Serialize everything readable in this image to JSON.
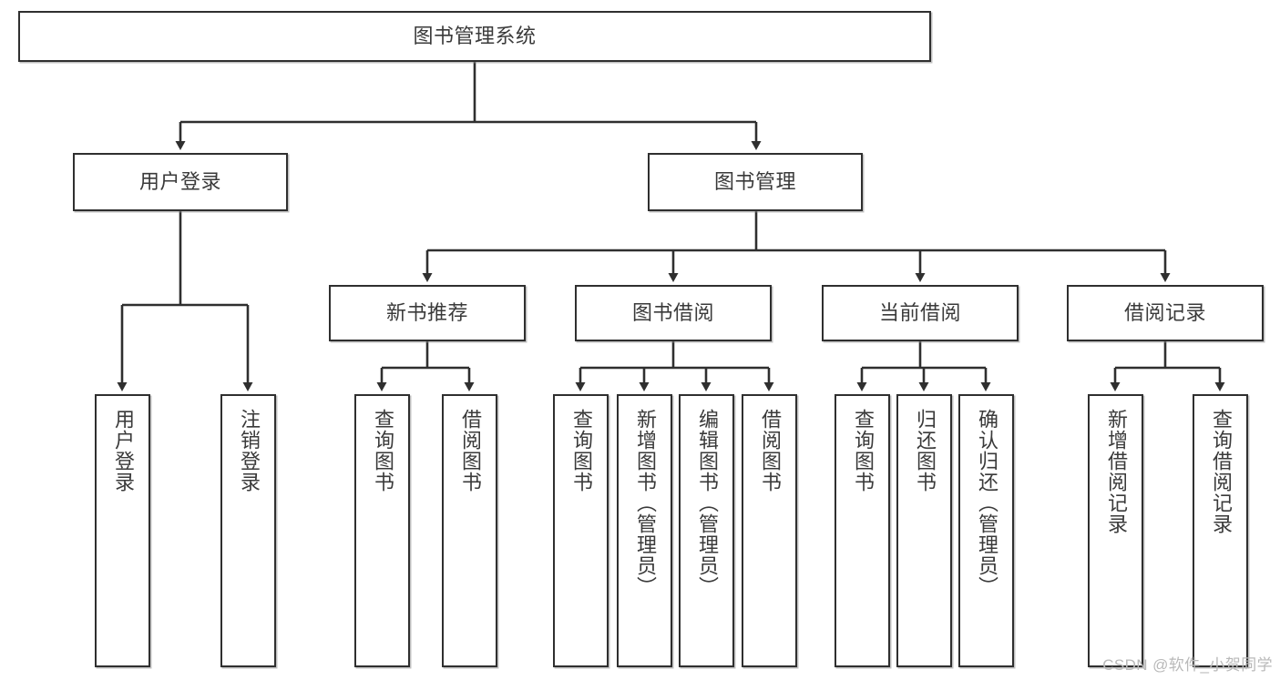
{
  "diagram": {
    "title": "图书管理系统",
    "root": {
      "label": "图书管理系统"
    },
    "level1": [
      {
        "label": "用户登录"
      },
      {
        "label": "图书管理"
      }
    ],
    "level2": [
      {
        "label": "新书推荐"
      },
      {
        "label": "图书借阅"
      },
      {
        "label": "当前借阅"
      },
      {
        "label": "借阅记录"
      }
    ],
    "leaves": {
      "user_login": [
        {
          "label": "用户登录"
        },
        {
          "label": "注销登录"
        }
      ],
      "new_book": [
        {
          "label": "查询图书"
        },
        {
          "label": "借阅图书"
        }
      ],
      "book_borrow": [
        {
          "label": "查询图书"
        },
        {
          "label": "新增图书（管理员）"
        },
        {
          "label": "编辑图书（管理员）"
        },
        {
          "label": "借阅图书"
        }
      ],
      "current_borrow": [
        {
          "label": "查询图书"
        },
        {
          "label": "归还图书"
        },
        {
          "label": "确认归还（管理员）"
        }
      ],
      "borrow_record": [
        {
          "label": "新增借阅记录"
        },
        {
          "label": "查询借阅记录"
        }
      ]
    },
    "watermark": "CSDN @软件_小贺同学",
    "colors": {
      "stroke": "#2f2f2f",
      "text": "#3a3a3a",
      "background": "#ffffff",
      "watermark": "#b9b9b9"
    }
  }
}
